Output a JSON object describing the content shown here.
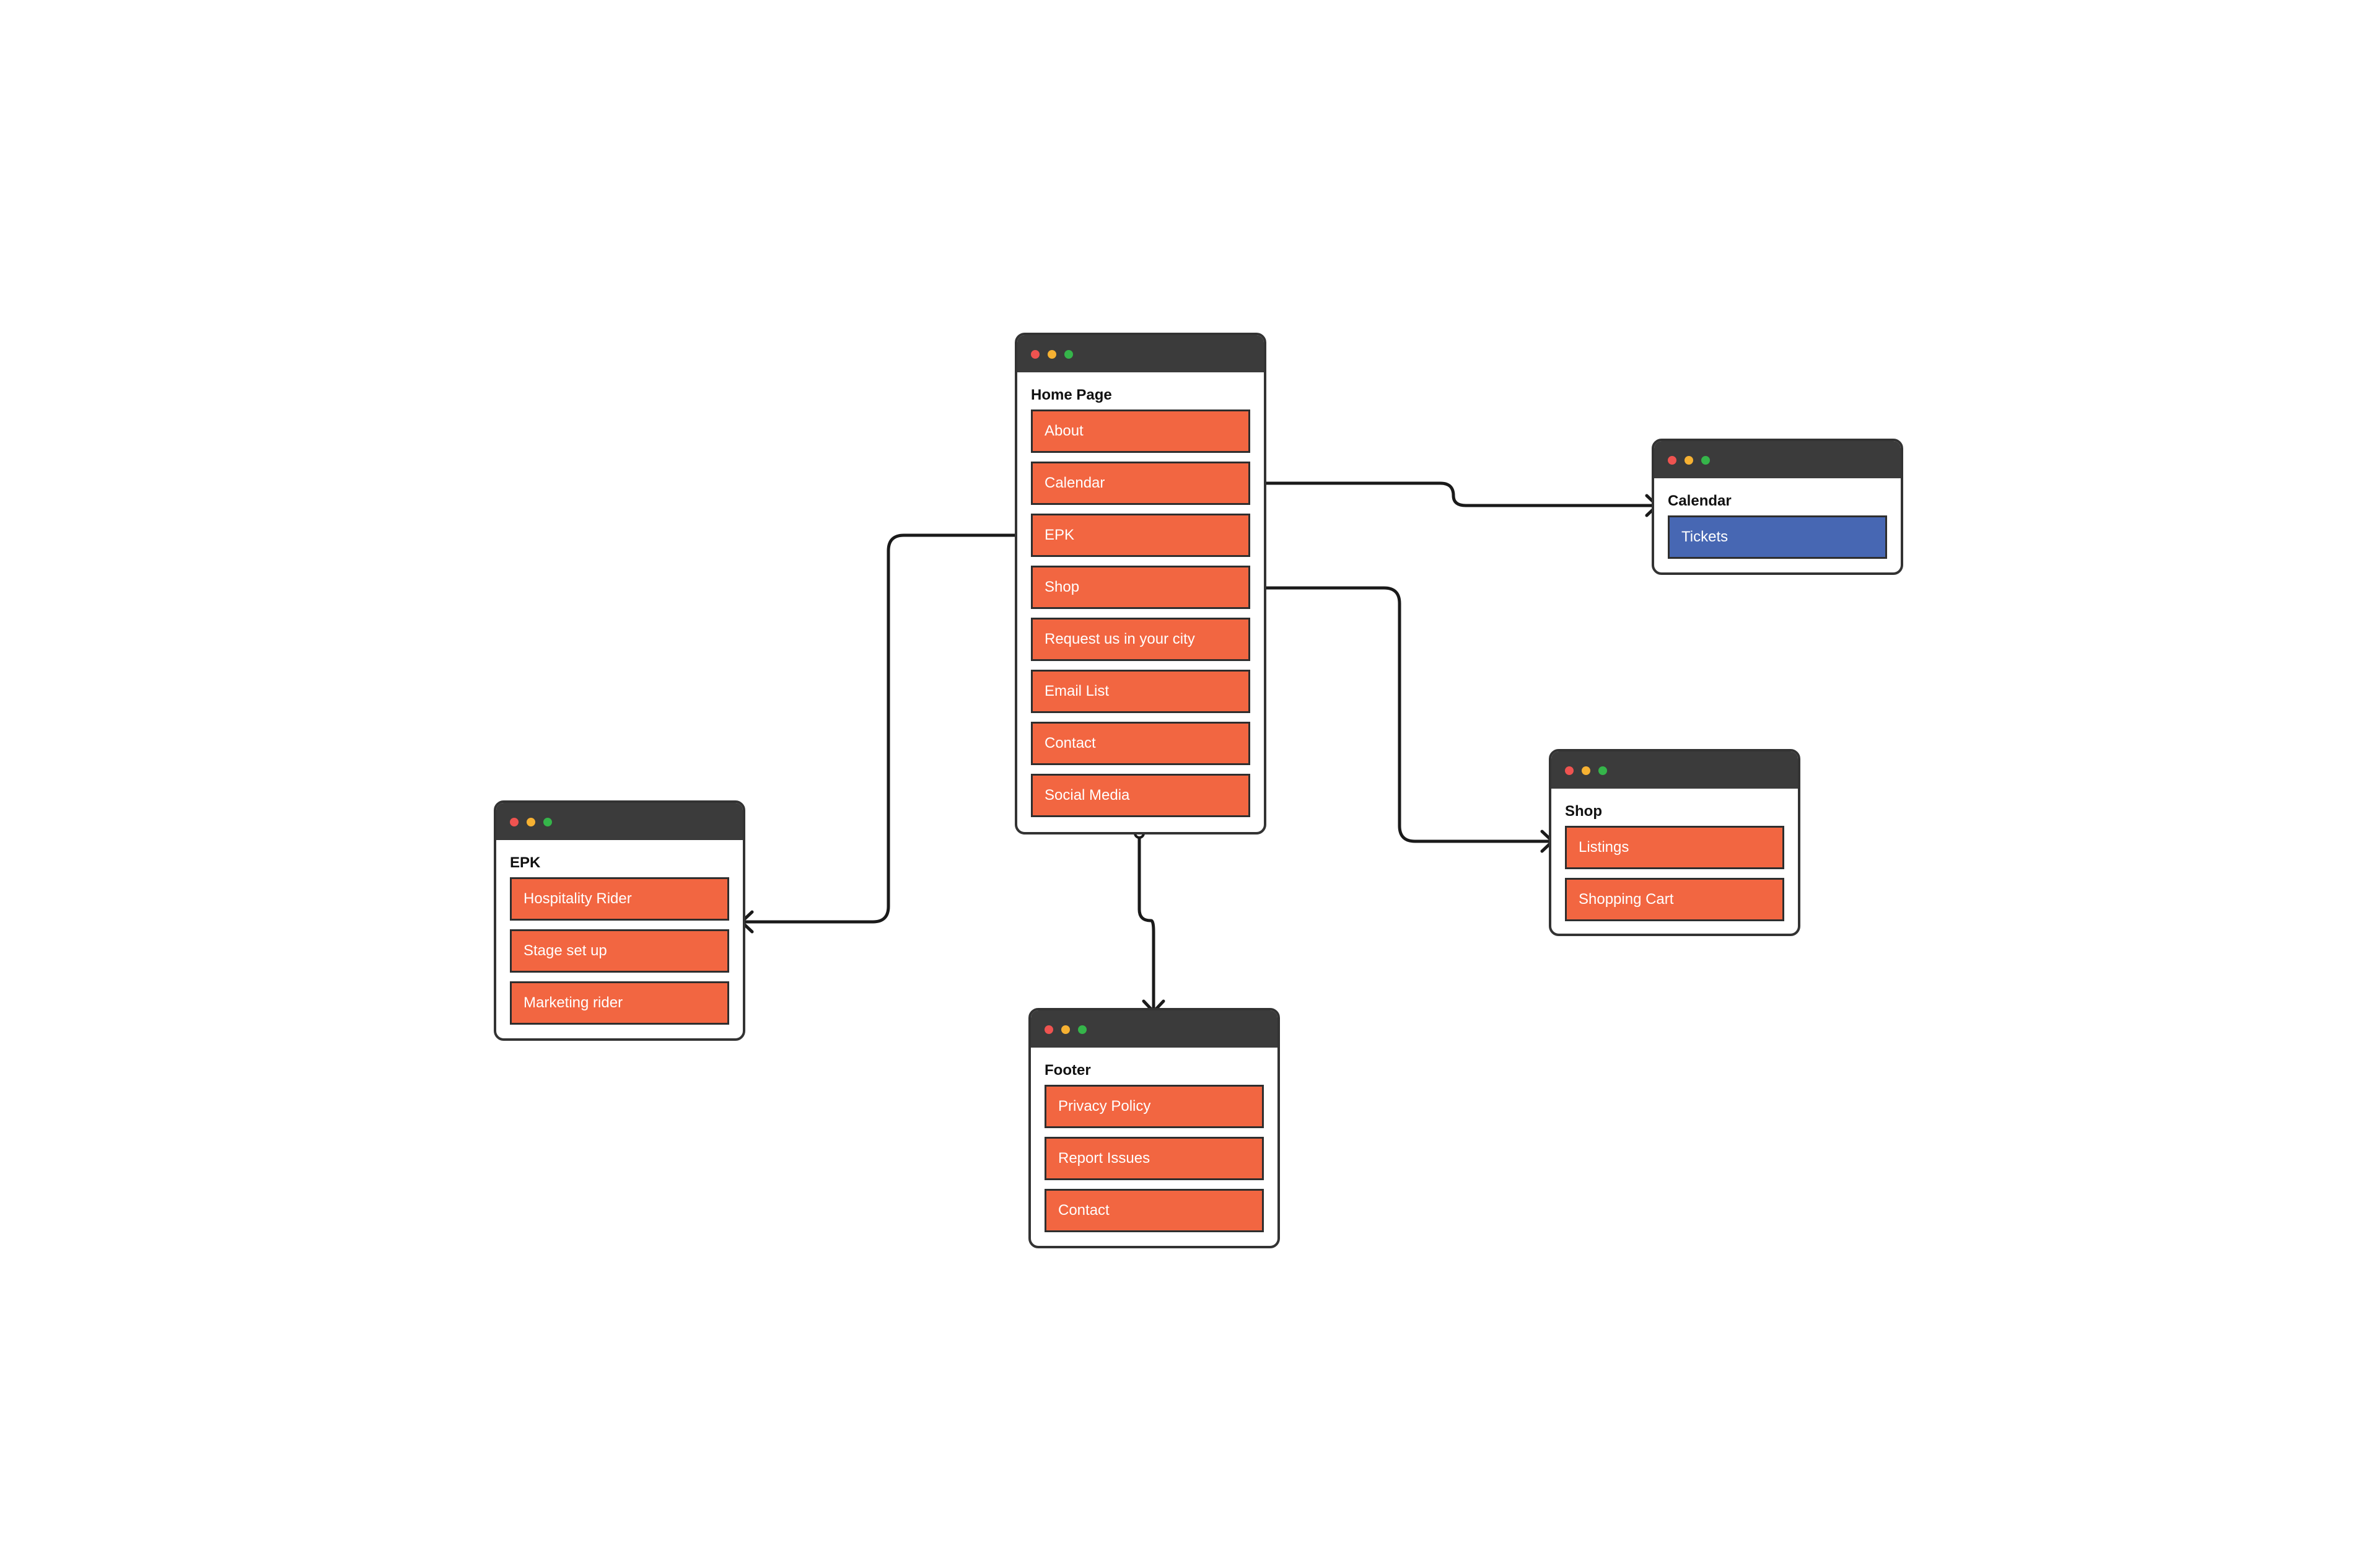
{
  "windows": {
    "home": {
      "title": "Home Page",
      "items": [
        "About",
        "Calendar",
        "EPK",
        "Shop",
        "Request us in your city",
        "Email List",
        "Contact",
        "Social Media"
      ]
    },
    "calendar": {
      "title": "Calendar",
      "items": [
        "Tickets"
      ]
    },
    "shop": {
      "title": "Shop",
      "items": [
        "Listings",
        "Shopping Cart"
      ]
    },
    "epk": {
      "title": "EPK",
      "items": [
        "Hospitality Rider",
        "Stage set up",
        "Marketing rider"
      ]
    },
    "footer": {
      "title": "Footer",
      "items": [
        "Privacy Policy",
        "Report Issues",
        "Contact"
      ]
    }
  },
  "colors": {
    "item": "#f26641",
    "item_highlight": "#4767b3",
    "titlebar": "#3b3b3b",
    "connector": "#1a1a1a"
  },
  "connections": [
    {
      "from": "Calendar",
      "to": "Calendar"
    },
    {
      "from": "EPK",
      "to": "EPK"
    },
    {
      "from": "Shop",
      "to": "Shop"
    },
    {
      "from": "Home Page",
      "to": "Footer"
    }
  ]
}
